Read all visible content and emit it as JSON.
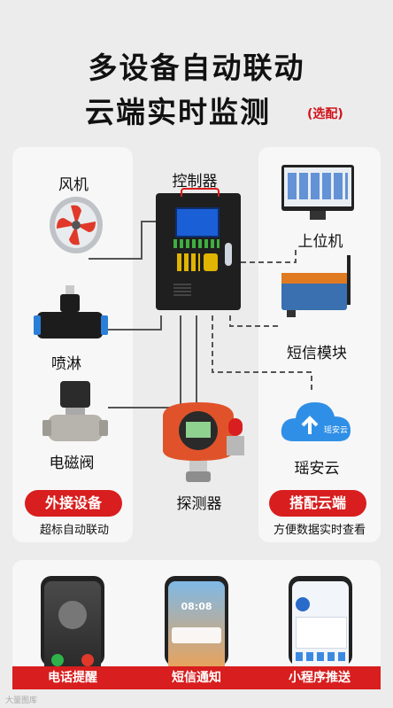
{
  "title": {
    "line1": "多设备自动联动",
    "line2": "云端实时监测",
    "optional": "(选配)"
  },
  "devices": {
    "fan": "风机",
    "controller": "控制器",
    "spray": "喷淋",
    "valve": "电磁阀",
    "detector": "探测器",
    "host": "上位机",
    "sms_module": "短信模块",
    "cloud": "瑶安云"
  },
  "left_panel": {
    "badge": "外接设备",
    "caption": "超标自动联动"
  },
  "right_panel": {
    "badge": "搭配云端",
    "caption": "方便数据实时查看"
  },
  "phones": {
    "labels": [
      "电话提醒",
      "短信通知",
      "小程序推送"
    ],
    "lock_time": "08:08"
  },
  "cloud_icon_text": "瑶安云",
  "watermark": "大量图库",
  "colors": {
    "accent": "#d81e1e",
    "line": "#555555"
  }
}
